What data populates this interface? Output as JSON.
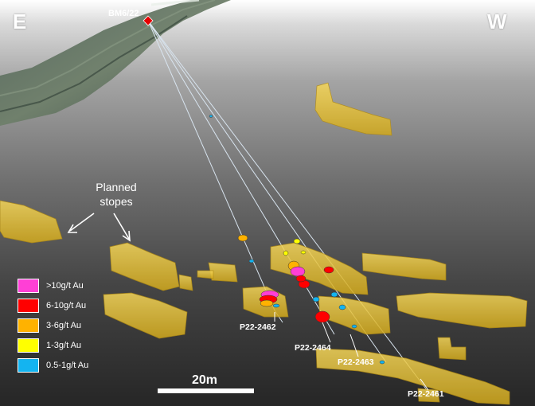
{
  "view_labels": {
    "east": "E",
    "west": "W"
  },
  "collar": {
    "label": "BM6/22",
    "color": "#e60000"
  },
  "annotation": {
    "line1": "Planned",
    "line2": "stopes"
  },
  "holes": [
    {
      "id": "P22-2462"
    },
    {
      "id": "P22-2464"
    },
    {
      "id": "P22-2463"
    },
    {
      "id": "P22-2461"
    }
  ],
  "legend": [
    {
      "label": ">10g/t Au",
      "color": "#ff3fd6"
    },
    {
      "label": "6-10g/t Au",
      "color": "#ff0000"
    },
    {
      "label": "3-6g/t Au",
      "color": "#ffb200"
    },
    {
      "label": "1-3g/t Au",
      "color": "#ffff00"
    },
    {
      "label": "0.5-1g/t Au",
      "color": "#14b4f0"
    }
  ],
  "stope_color": "#f0c832",
  "scale_bar": {
    "label": "20m"
  }
}
